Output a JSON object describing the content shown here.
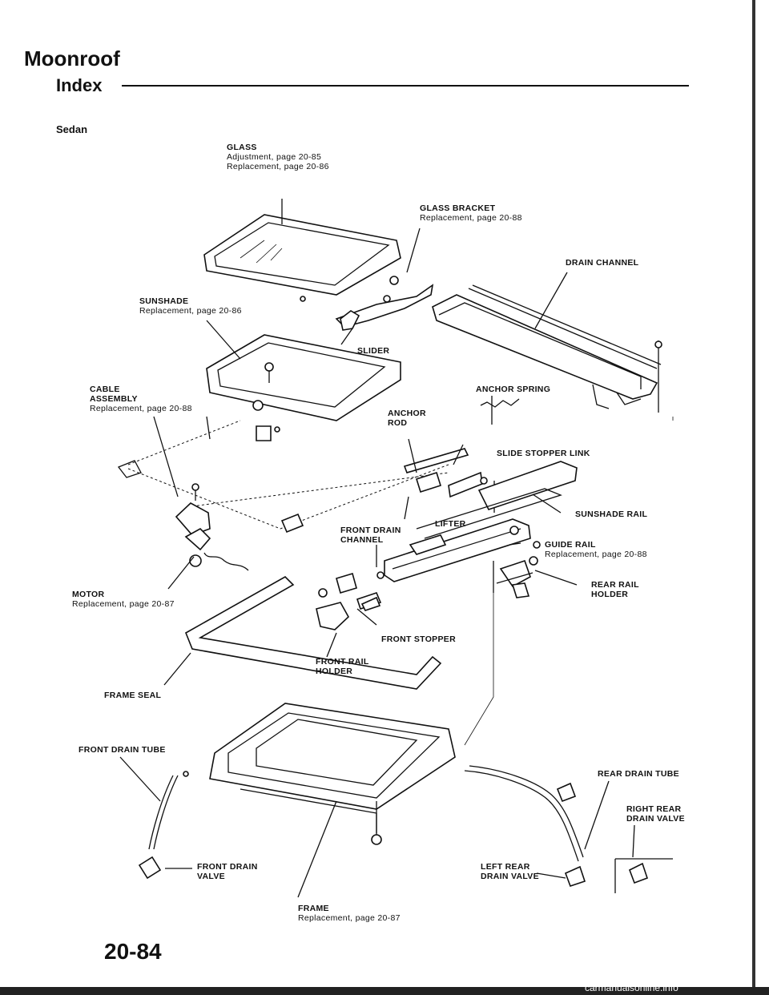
{
  "header": {
    "title": "Moonroof",
    "subtitle": "Index",
    "section": "Sedan"
  },
  "labels": {
    "glass": {
      "name": "GLASS",
      "line1": "Adjustment, page 20-85",
      "line2": "Replacement, page 20-86"
    },
    "glass_bracket": {
      "name": "GLASS BRACKET",
      "line1": "Replacement, page 20-88"
    },
    "drain_channel": {
      "name": "DRAIN CHANNEL"
    },
    "sunshade": {
      "name": "SUNSHADE",
      "line1": "Replacement, page 20-86"
    },
    "slider": {
      "name": "SLIDER"
    },
    "cable_assembly": {
      "name1": "CABLE",
      "name2": "ASSEMBLY",
      "line1": "Replacement, page 20-88"
    },
    "anchor_spring": {
      "name": "ANCHOR SPRING"
    },
    "anchor_rod": {
      "name1": "ANCHOR",
      "name2": "ROD"
    },
    "slide_stopper_link": {
      "name": "SLIDE STOPPER LINK"
    },
    "lifter": {
      "name": "LIFTER"
    },
    "sunshade_rail": {
      "name": "SUNSHADE RAIL"
    },
    "front_drain_channel": {
      "name1": "FRONT DRAIN",
      "name2": "CHANNEL"
    },
    "guide_rail": {
      "name": "GUIDE RAIL",
      "line1": "Replacement, page 20-88"
    },
    "motor": {
      "name": "MOTOR",
      "line1": "Replacement, page 20-87"
    },
    "rear_rail_holder": {
      "name1": "REAR RAIL",
      "name2": "HOLDER"
    },
    "front_stopper": {
      "name": "FRONT STOPPER"
    },
    "front_rail_holder": {
      "name1": "FRONT RAIL",
      "name2": "HOLDER"
    },
    "frame_seal": {
      "name": "FRAME SEAL"
    },
    "front_drain_tube": {
      "name": "FRONT DRAIN TUBE"
    },
    "rear_drain_tube": {
      "name": "REAR DRAIN TUBE"
    },
    "right_rear_drain_valve": {
      "name1": "RIGHT REAR",
      "name2": "DRAIN VALVE"
    },
    "left_rear_drain_valve": {
      "name1": "LEFT REAR",
      "name2": "DRAIN VALVE"
    },
    "front_drain_valve": {
      "name1": "FRONT DRAIN",
      "name2": "VALVE"
    },
    "frame": {
      "name": "FRAME",
      "line1": "Replacement, page 20-87"
    }
  },
  "footer": {
    "page_number": "20-84",
    "watermark": "carmanualsonline.info"
  }
}
